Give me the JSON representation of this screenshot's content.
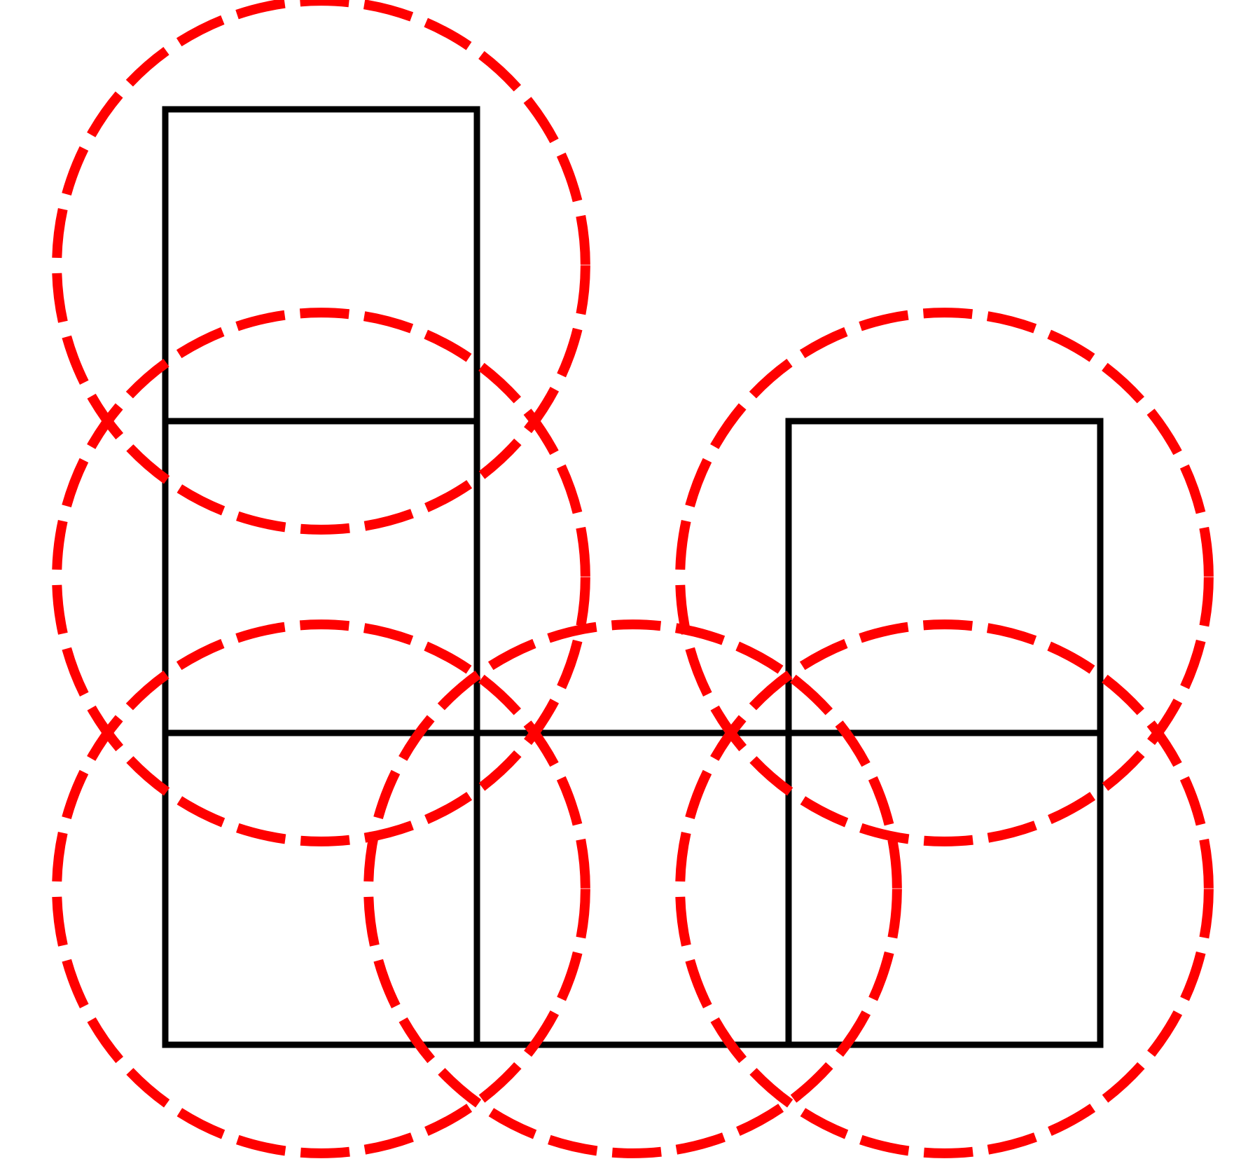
{
  "diagram": {
    "type": "grid-cells-with-coverage-circles",
    "colors": {
      "background": "#ffffff",
      "grid_line": "#000000",
      "coverage_circle": "#ff0000"
    },
    "grid": {
      "rows": 3,
      "cols": 3,
      "cells": [
        {
          "row": 0,
          "col": 0
        },
        {
          "row": 1,
          "col": 0
        },
        {
          "row": 1,
          "col": 2
        },
        {
          "row": 2,
          "col": 0
        },
        {
          "row": 2,
          "col": 1
        },
        {
          "row": 2,
          "col": 2
        }
      ]
    },
    "circle_style": "dashed"
  }
}
